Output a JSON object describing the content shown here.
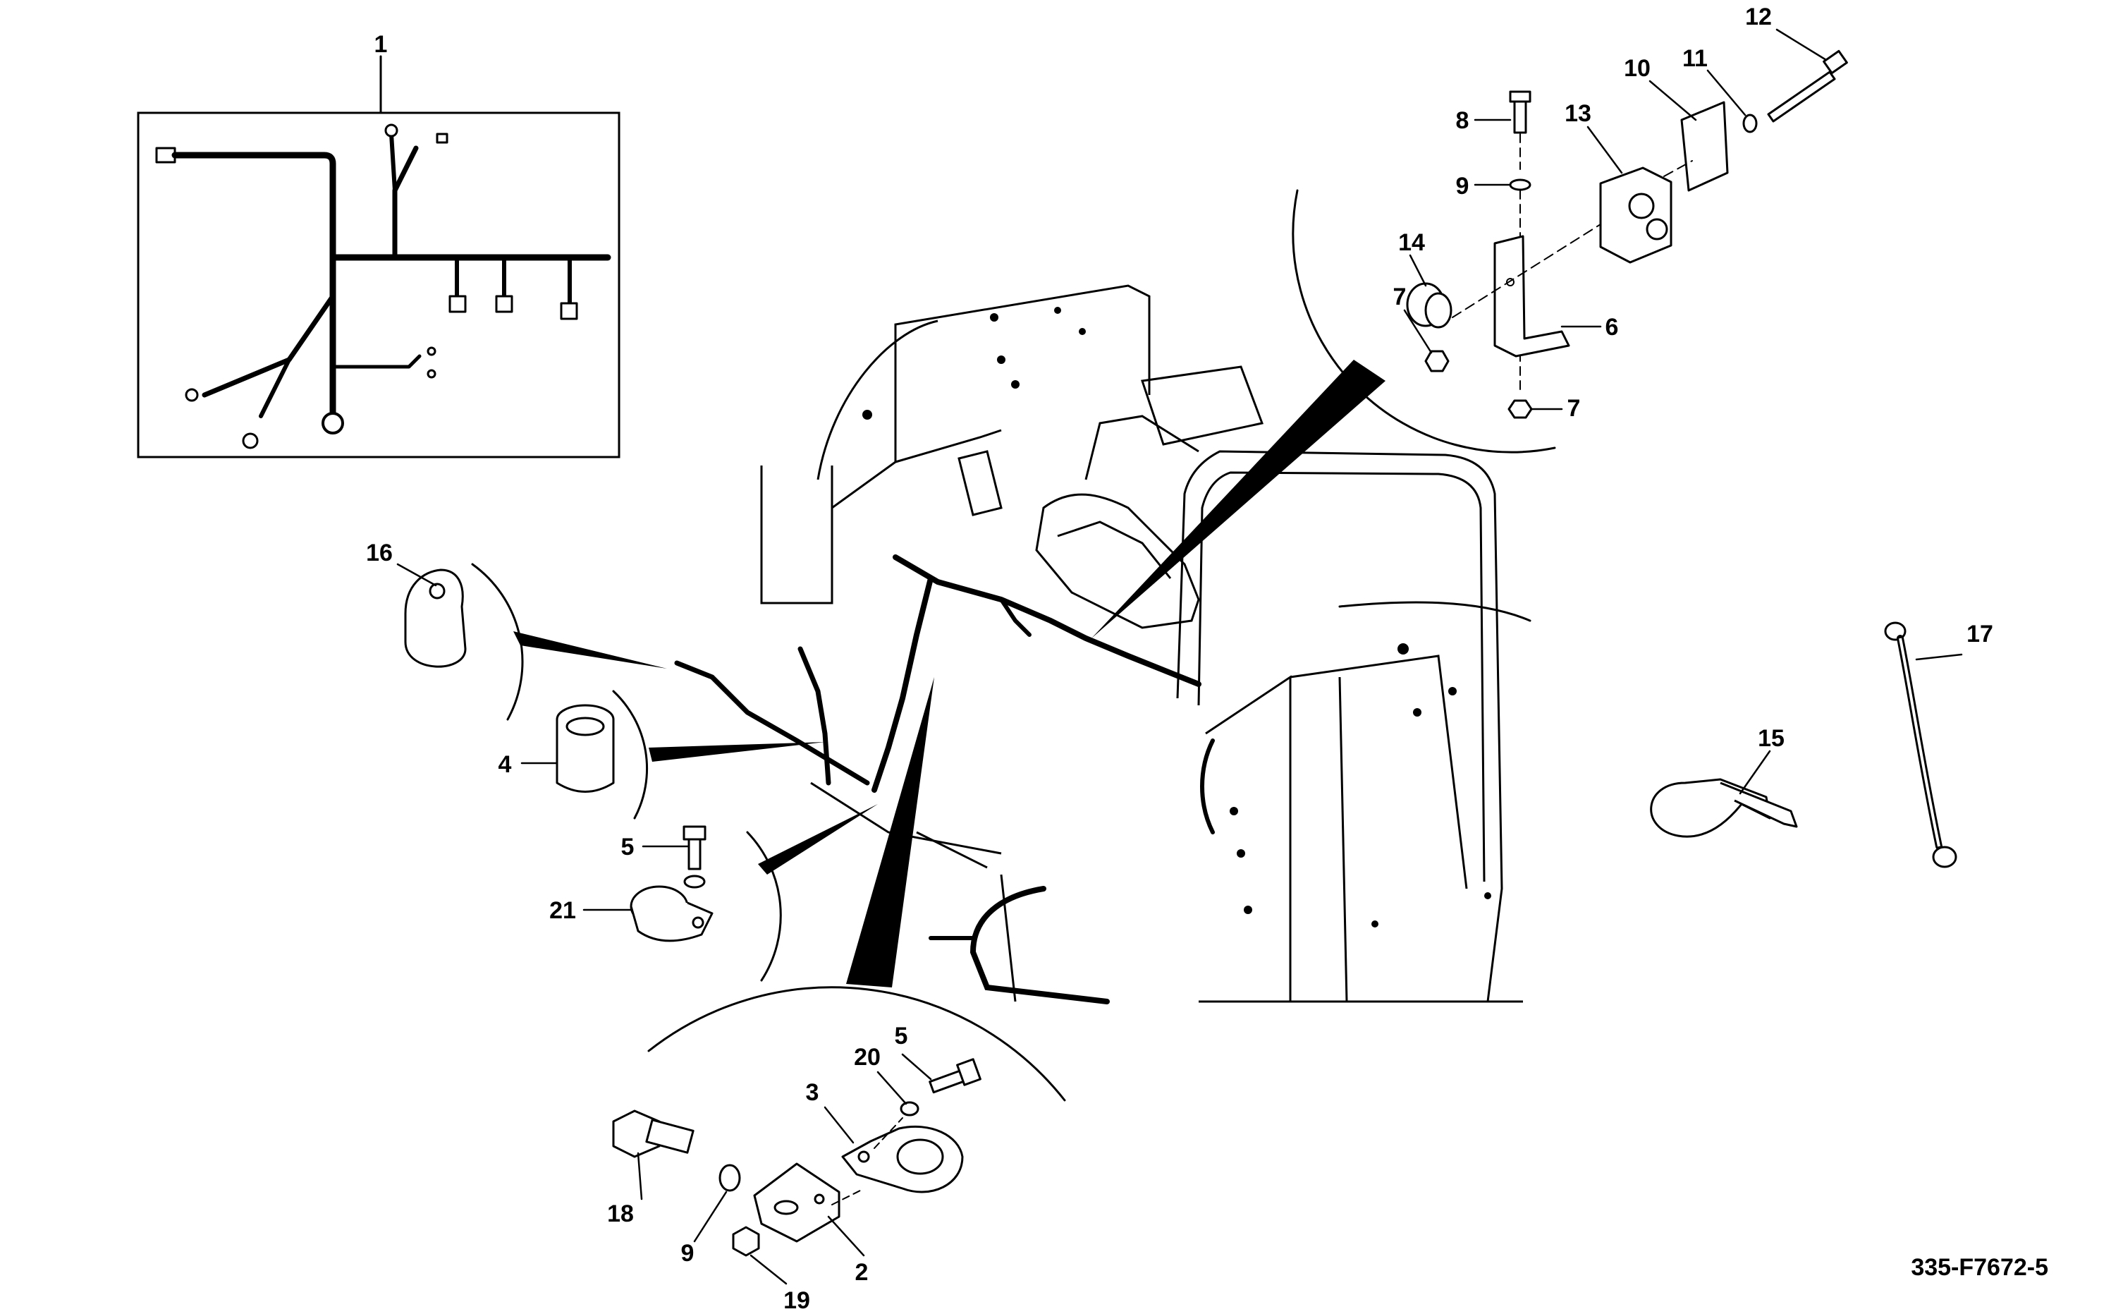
{
  "figure_id": "335-F7672-5",
  "callouts": [
    "1",
    "2",
    "3",
    "4",
    "5",
    "5",
    "6",
    "7",
    "7",
    "8",
    "9",
    "9",
    "10",
    "11",
    "12",
    "13",
    "14",
    "15",
    "16",
    "17",
    "18",
    "19",
    "20",
    "21"
  ]
}
